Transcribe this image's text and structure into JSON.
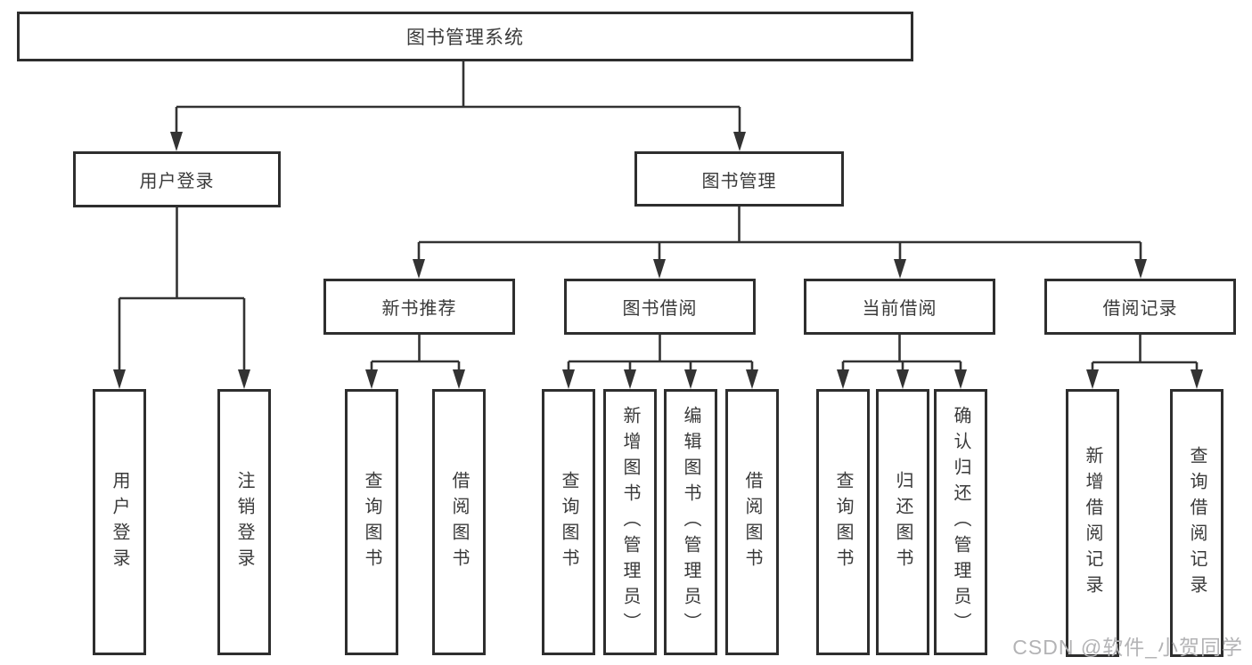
{
  "watermark": "CSDN @软件_小贺同学",
  "colors": {
    "line": "#333333",
    "box_border": "#2e2e2e",
    "text": "#3a3a3a",
    "watermark": "#b3b3b5",
    "background": "#ffffff"
  },
  "tree": {
    "root": {
      "label": "图书管理系统"
    },
    "branches": [
      {
        "label": "用户登录",
        "children": [
          {
            "label": "用户登录"
          },
          {
            "label": "注销登录"
          }
        ]
      },
      {
        "label": "图书管理",
        "groups": [
          {
            "label": "新书推荐",
            "children": [
              {
                "label": "查询图书"
              },
              {
                "label": "借阅图书"
              }
            ]
          },
          {
            "label": "图书借阅",
            "children": [
              {
                "label": "查询图书"
              },
              {
                "label": "新增图书（管理员）"
              },
              {
                "label": "编辑图书（管理员）"
              },
              {
                "label": "借阅图书"
              }
            ]
          },
          {
            "label": "当前借阅",
            "children": [
              {
                "label": "查询图书"
              },
              {
                "label": "归还图书"
              },
              {
                "label": "确认归还（管理员）"
              }
            ]
          },
          {
            "label": "借阅记录",
            "children": [
              {
                "label": "新增借阅记录"
              },
              {
                "label": "查询借阅记录"
              }
            ]
          }
        ]
      }
    ]
  }
}
